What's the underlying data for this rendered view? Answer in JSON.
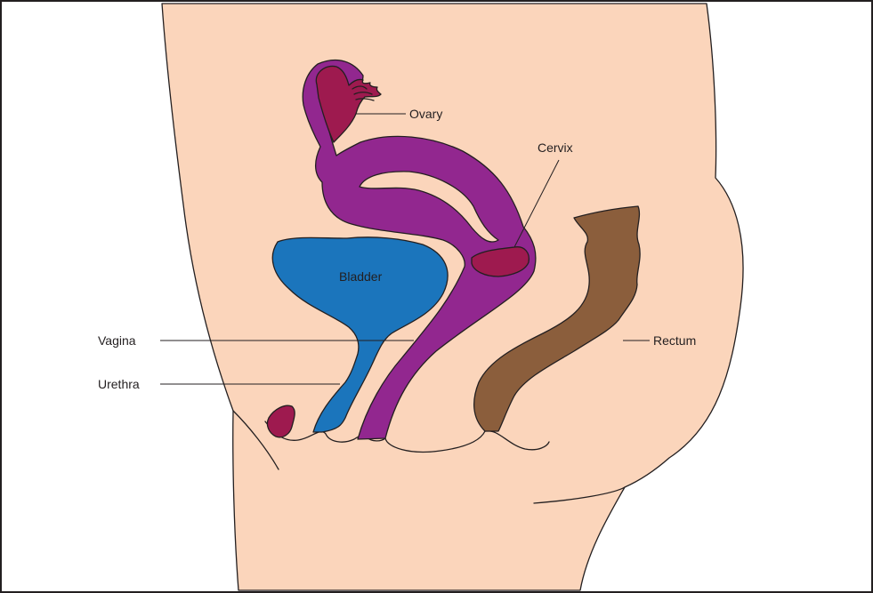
{
  "diagram": {
    "labels": {
      "ovary": "Ovary",
      "cervix": "Cervix",
      "bladder": "Bladder",
      "vagina": "Vagina",
      "urethra": "Urethra",
      "rectum": "Rectum"
    },
    "colors": {
      "skin": "#fbd5bb",
      "uterus": "#92278f",
      "ovary_cervix": "#9e1a4f",
      "bladder": "#1b75bc",
      "rectum": "#8b5e3c",
      "outline": "#231f20",
      "frame": "#231f20"
    }
  }
}
